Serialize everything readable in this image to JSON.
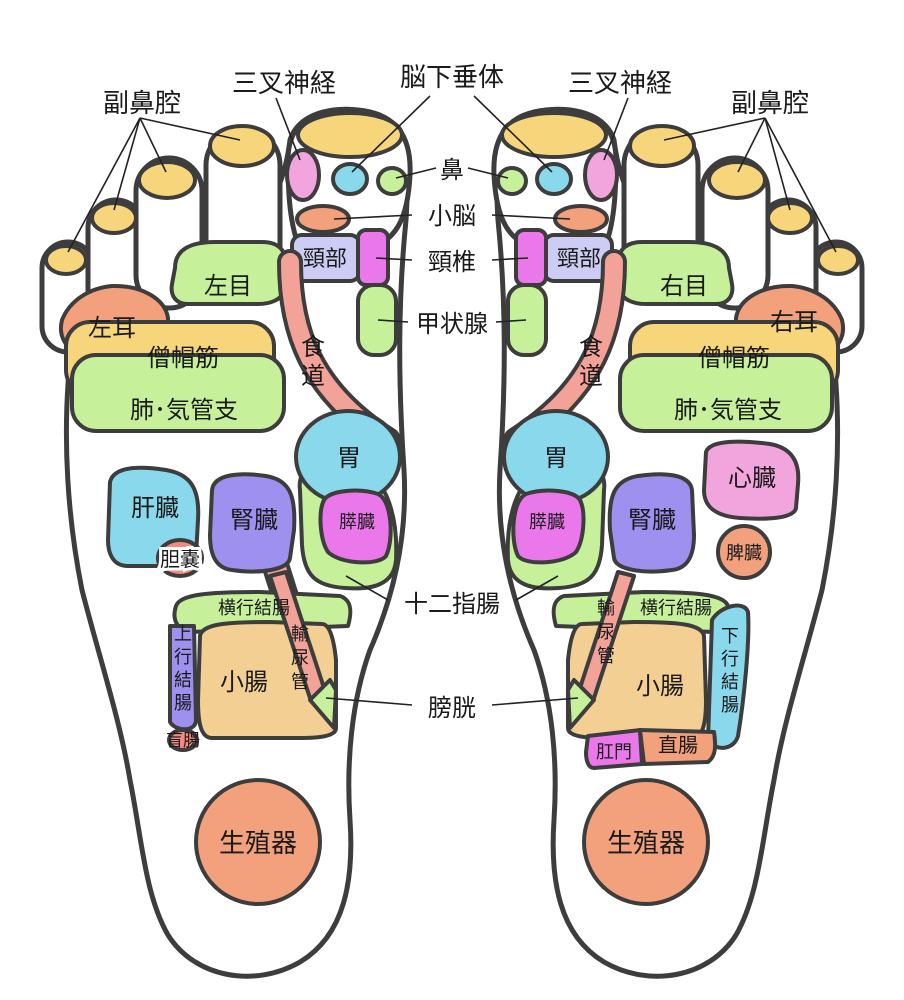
{
  "colors": {
    "outline": "#3d3d3d",
    "yellow": "#f7d57a",
    "green": "#c6f09a",
    "salmon": "#f2a17c",
    "pink": "#f2a5dc",
    "blue": "#89d8ec",
    "purple": "#9d90ef",
    "magenta": "#ea78ea",
    "tan": "#f3cf93",
    "esophagus": "#f2a296",
    "gallbladder": "#f08a82"
  },
  "icons": {
    "feet": "footprint-icon"
  },
  "labels": {
    "sinus": "副鼻腔",
    "trigeminal": "三叉神経",
    "pituitary": "脳下垂体",
    "nose": "鼻",
    "cerebellum": "小脳",
    "neck": "頸部",
    "cervical": "頸椎",
    "thyroid": "甲状腺",
    "left_eye": "左目",
    "right_eye": "右目",
    "left_ear": "左耳",
    "right_ear": "右耳",
    "trapezius": "僧帽筋",
    "lung": "肺･気管支",
    "esophagus_1": "食",
    "esophagus_2": "道",
    "stomach": "胃",
    "pancreas": "膵臓",
    "liver": "肝臓",
    "gallbladder": "胆嚢",
    "kidney": "腎臓",
    "heart": "心臓",
    "spleen": "脾臓",
    "duodenum": "十二指腸",
    "transverse_colon": "横行結腸",
    "ascending_colon": [
      "上",
      "行",
      "結",
      "腸"
    ],
    "descending_colon": [
      "下",
      "行",
      "結",
      "腸"
    ],
    "ureter": [
      "輸",
      "尿",
      "管"
    ],
    "small_intestine": "小腸",
    "bladder": "膀胱",
    "cecum": "盲腸",
    "anus": "肛門",
    "rectum": "直腸",
    "genitals": "生殖器"
  }
}
